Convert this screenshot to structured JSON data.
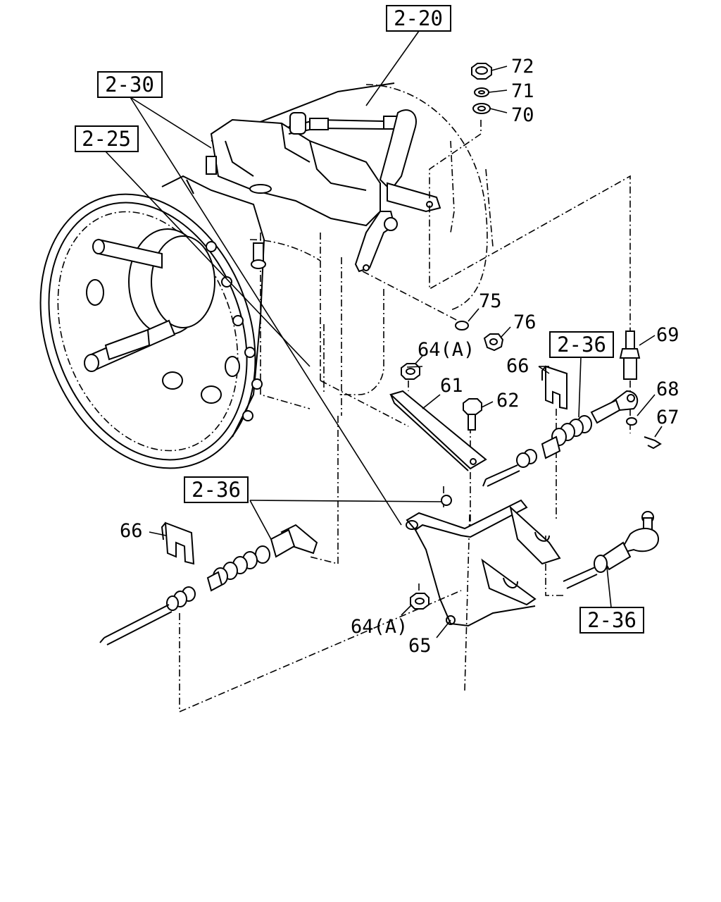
{
  "references": {
    "r_2_20": "2-20",
    "r_2_30": "2-30",
    "r_2_25": "2-25",
    "r_2_36_right_top": "2-36",
    "r_2_36_left": "2-36",
    "r_2_36_right_bottom": "2-36"
  },
  "parts": {
    "p72": "72",
    "p71": "71",
    "p70": "70",
    "p75": "75",
    "p76": "76",
    "p69": "69",
    "p64a_top": "64(A)",
    "p61": "61",
    "p62": "62",
    "p66_right": "66",
    "p68": "68",
    "p67": "67",
    "p66_left": "66",
    "p64a_bottom": "64(A)",
    "p65": "65"
  }
}
